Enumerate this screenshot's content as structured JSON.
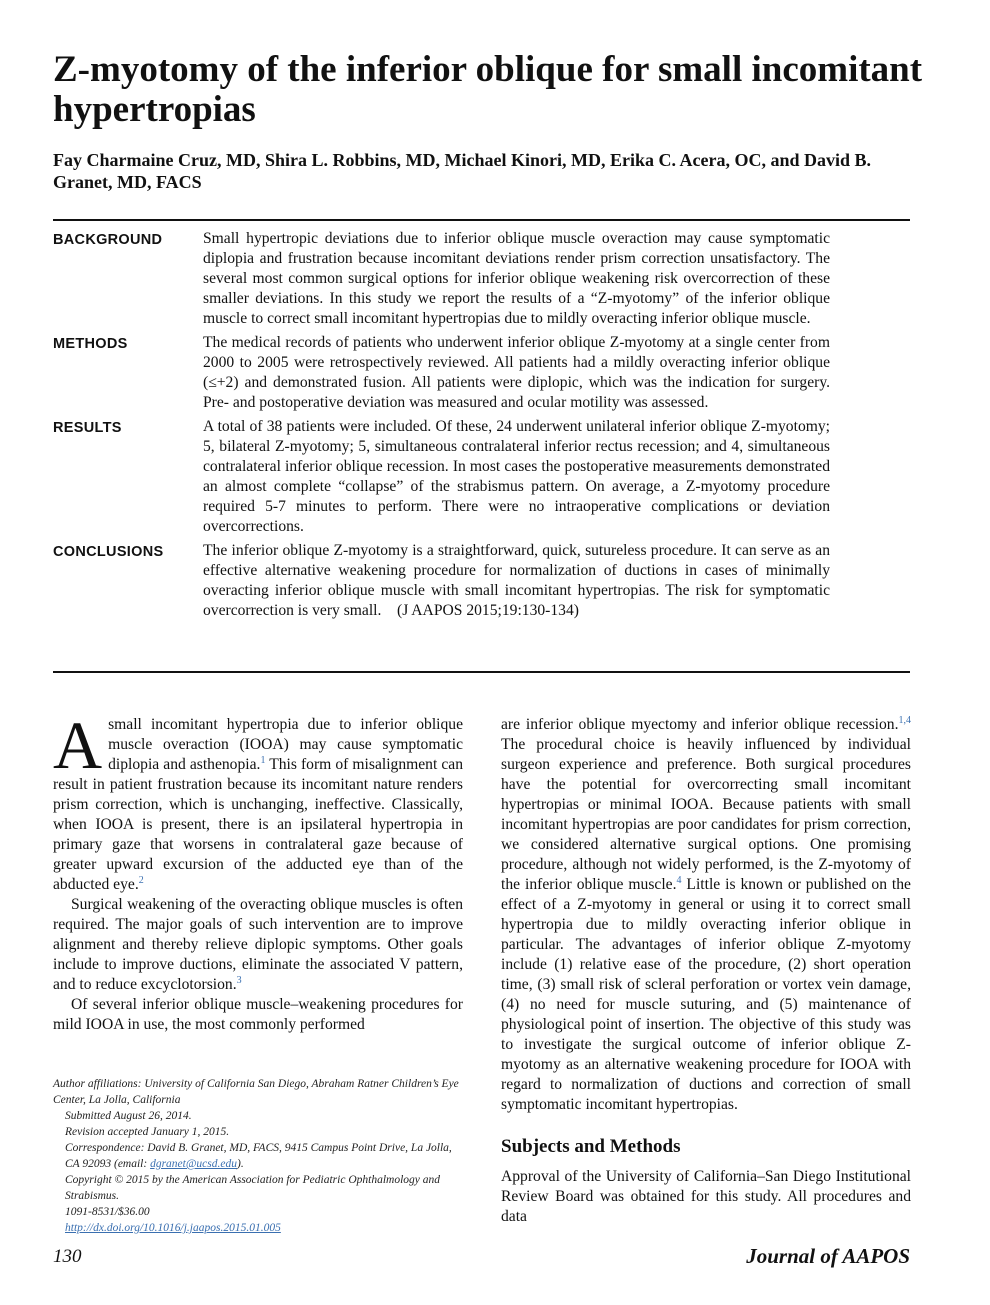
{
  "title": "Z-myotomy of the inferior oblique for small incomitant hypertropias",
  "authors": "Fay Charmaine Cruz, MD, Shira L. Robbins, MD, Michael Kinori, MD, Erika C. Acera, OC, and David B. Granet, MD, FACS",
  "abstract": {
    "background_label": "BACKGROUND",
    "background_text": "Small hypertropic deviations due to inferior oblique muscle overaction may cause symptomatic diplopia and frustration because incomitant deviations render prism correction unsatisfactory. The several most common surgical options for inferior oblique weakening risk overcorrection of these smaller deviations. In this study we report the results of a “Z-myotomy” of the inferior oblique muscle to correct small incomitant hypertropias due to mildly overacting inferior oblique muscle.",
    "methods_label": "METHODS",
    "methods_text": "The medical records of patients who underwent inferior oblique Z-myotomy at a single center from 2000 to 2005 were retrospectively reviewed. All patients had a mildly overacting inferior oblique (≤+2) and demonstrated fusion. All patients were diplopic, which was the indication for surgery. Pre- and postoperative deviation was measured and ocular motility was assessed.",
    "results_label": "RESULTS",
    "results_text": "A total of 38 patients were included. Of these, 24 underwent unilateral inferior oblique Z-myotomy; 5, bilateral Z-myotomy; 5, simultaneous contralateral inferior rectus recession; and 4, simultaneous contralateral inferior oblique recession. In most cases the postoperative measurements demonstrated an almost complete “collapse” of the strabismus pattern. On average, a Z-myotomy procedure required 5-7 minutes to perform. There were no intraoperative complications or deviation overcorrections.",
    "conclusions_label": "CONCLUSIONS",
    "conclusions_text": "The inferior oblique Z-myotomy is a straightforward, quick, sutureless procedure. It can serve as an effective alternative weakening procedure for normalization of ductions in cases of minimally overacting inferior oblique muscle with small incomitant hypertropias. The risk for symptomatic overcorrection is very small.",
    "citation": "(J AAPOS 2015;19:130-134)"
  },
  "body_left": {
    "dropcap": "A",
    "p1_a": "small incomitant hypertropia due to inferior oblique muscle overaction (IOOA) may cause symptomatic diplopia and asthenopia.",
    "p1_ref1": "1",
    "p1_b": " This form of misalignment can result in patient frustration because its incomitant nature renders prism correction, which is unchanging, ineffective. Classically, when IOOA is present, there is an ipsilateral hypertropia in primary gaze that worsens in contralateral gaze because of greater upward excursion of the adducted eye than of the abducted eye.",
    "p1_ref2": "2",
    "p2_a": "Surgical weakening of the overacting oblique muscles is often required. The major goals of such intervention are to improve alignment and thereby relieve diplopic symptoms. Other goals include to improve ductions, eliminate the associated V pattern, and to reduce excyclotorsion.",
    "p2_ref3": "3",
    "p3": "Of several inferior oblique muscle–weakening procedures for mild IOOA in use, the most commonly performed"
  },
  "body_right": {
    "p1_a": "are inferior oblique myectomy and inferior oblique recession.",
    "p1_ref1": "1,4",
    "p1_b": " The procedural choice is heavily influenced by individual surgeon experience and preference. Both surgical procedures have the potential for overcorrecting small incomitant hypertropias or minimal IOOA. Because patients with small incomitant hypertropias are poor candidates for prism correction, we considered alternative surgical options. One promising procedure, although not widely performed, is the Z-myotomy of the inferior oblique muscle.",
    "p1_ref2": "4",
    "p1_c": " Little is known or published on the effect of a Z-myotomy in general or using it to correct small hypertropia due to mildly overacting inferior oblique in particular. The advantages of inferior oblique Z-myotomy include (1) relative ease of the procedure, (2) short operation time, (3) small risk of scleral perforation or vortex vein damage, (4) no need for muscle suturing, and (5) maintenance of physiological point of insertion. The objective of this study was to investigate the surgical outcome of inferior oblique Z-myotomy as an alternative weakening procedure for IOOA with regard to normalization of ductions and correction of small symptomatic incomitant hypertropias.",
    "section_heading": "Subjects and Methods",
    "p2": "Approval of the University of California–San Diego Institutional Review Board was obtained for this study. All procedures and data"
  },
  "footnotes": {
    "affiliations": "Author affiliations: University of California San Diego, Abraham Ratner Children’s Eye Center, La Jolla, California",
    "submitted": "Submitted August 26, 2014.",
    "revision": "Revision accepted January 1, 2015.",
    "correspondence_a": "Correspondence: David B. Granet, MD, FACS, 9415 Campus Point Drive, La Jolla, CA 92093 (email: ",
    "correspondence_email": "dgranet@ucsd.edu",
    "correspondence_b": ").",
    "copyright": "Copyright © 2015 by the American Association for Pediatric Ophthalmology and Strabismus.",
    "issn": "1091-8531/$36.00",
    "doi": "http://dx.doi.org/10.1016/j.jaapos.2015.01.005"
  },
  "footer": {
    "page_number": "130",
    "journal": "Journal of AAPOS"
  }
}
